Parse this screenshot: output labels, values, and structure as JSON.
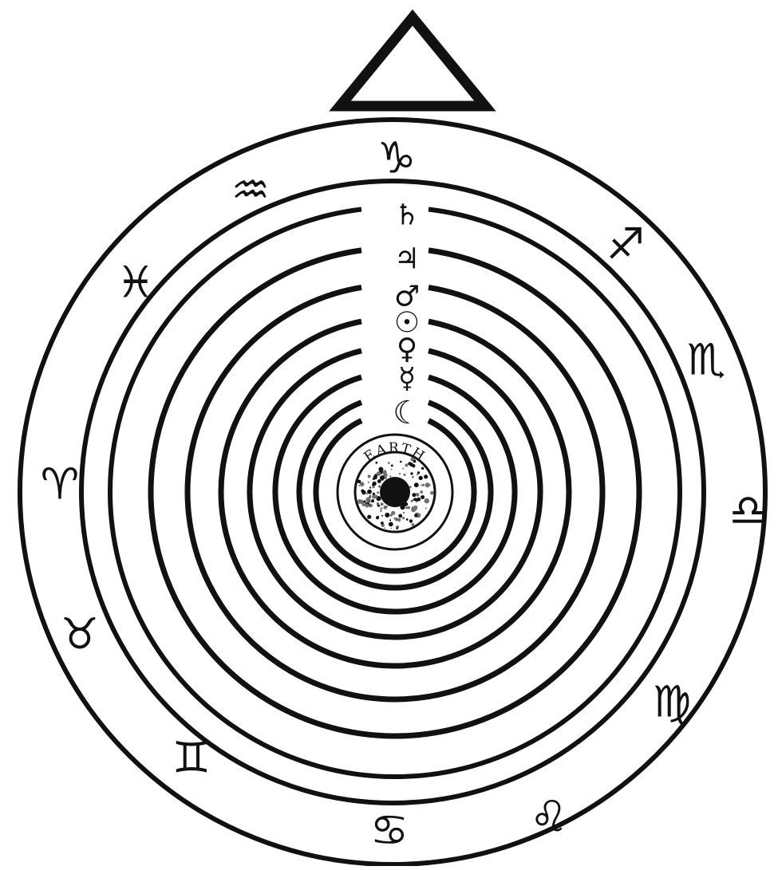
{
  "diagram": {
    "colors": {
      "ink": "#111111",
      "paper": "#ffffff",
      "earth_core": "#111111",
      "earth_mottle": "#6e6e6e"
    },
    "apex_shape": "triangle",
    "zodiac": [
      {
        "name": "capricorn",
        "glyph": "♑"
      },
      {
        "name": "aquarius",
        "glyph": "♒"
      },
      {
        "name": "pisces",
        "glyph": "♓"
      },
      {
        "name": "aries",
        "glyph": "♈"
      },
      {
        "name": "taurus",
        "glyph": "♉"
      },
      {
        "name": "gemini",
        "glyph": "♊"
      },
      {
        "name": "cancer",
        "glyph": "♋"
      },
      {
        "name": "leo",
        "glyph": "♌"
      },
      {
        "name": "virgo",
        "glyph": "♍"
      },
      {
        "name": "libra",
        "glyph": "♎"
      },
      {
        "name": "scorpio",
        "glyph": "♏"
      },
      {
        "name": "sagittarius",
        "glyph": "♐"
      }
    ],
    "planets": [
      {
        "name": "saturn",
        "glyph": "♄"
      },
      {
        "name": "jupiter",
        "glyph": "♃"
      },
      {
        "name": "mars",
        "glyph": "♂"
      },
      {
        "name": "sun",
        "glyph": "☉"
      },
      {
        "name": "venus",
        "glyph": "♀"
      },
      {
        "name": "mercury",
        "glyph": "☿"
      },
      {
        "name": "moon",
        "glyph": "☾"
      }
    ],
    "earth_label": "EARTH"
  }
}
